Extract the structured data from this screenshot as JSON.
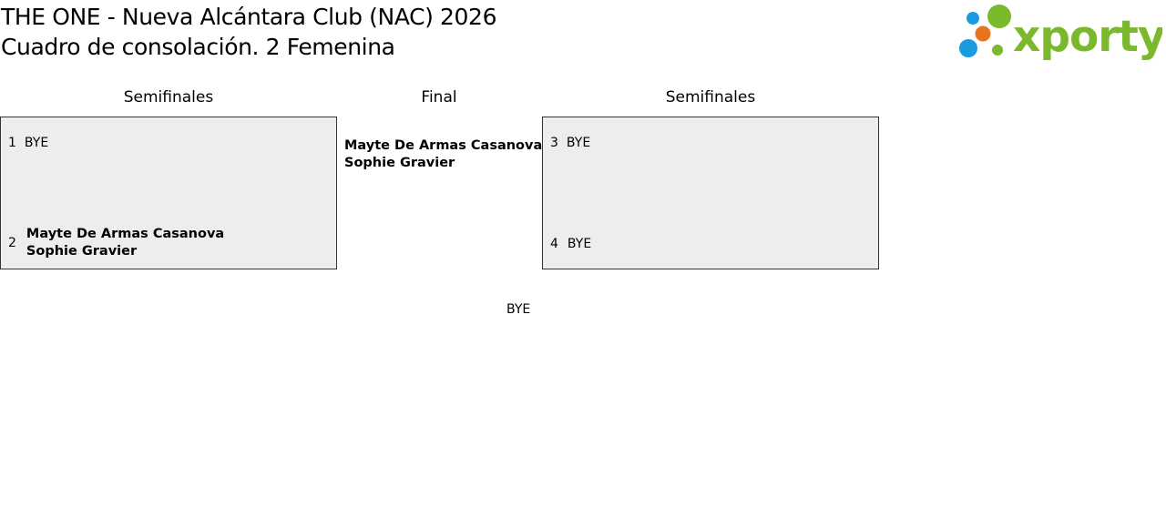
{
  "header": {
    "title_line1": "THE ONE - Nueva Alcántara Club (NAC) 2026",
    "title_line2": "Cuadro de consolación. 2 Femenina"
  },
  "logo": {
    "text": "xporty",
    "icon": "xporty-dots-logo-icon",
    "colors": {
      "green": "#7ab82c",
      "blue": "#1a9be0",
      "orange": "#e8731a"
    }
  },
  "rounds": {
    "left_semifinal": "Semifinales",
    "final": "Final",
    "right_semifinal": "Semifinales"
  },
  "left_box": {
    "slot1": {
      "seed": "1",
      "text": "BYE"
    },
    "slot2": {
      "seed": "2",
      "player1": "Mayte De Armas Casanova",
      "player2": "Sophie Gravier"
    }
  },
  "right_box": {
    "slot1": {
      "seed": "3",
      "text": "BYE"
    },
    "slot2": {
      "seed": "4",
      "text": "BYE"
    }
  },
  "final_winner": {
    "player1": "Mayte De Armas Casanova",
    "player2": "Sophie Gravier"
  },
  "bottom_bye": "BYE",
  "colors": {
    "box_background": "#ededed",
    "box_border": "#333333"
  }
}
